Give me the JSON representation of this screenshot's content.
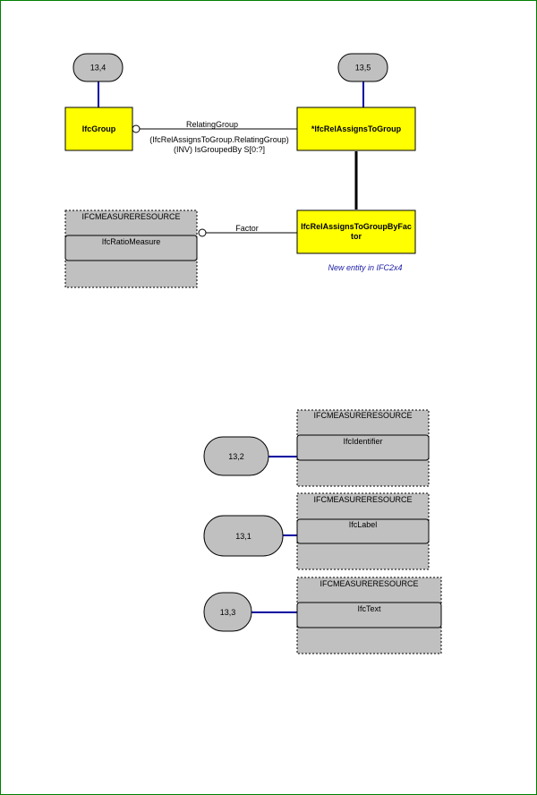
{
  "colors": {
    "border": "#008000",
    "entity_fill": "#ffff00",
    "resource_fill": "#c0c0c0",
    "ref_line": "#0000a0",
    "note": "#1a1aa6"
  },
  "refs": {
    "r13_4": "13,4",
    "r13_5": "13,5",
    "r13_2": "13,2",
    "r13_1": "13,1",
    "r13_3": "13,3"
  },
  "entities": {
    "ifcgroup": "IfcGroup",
    "relassigns": "*IfcRelAssignsToGroup",
    "relassigns_factor_l1": "IfcRelAssignsToGroupByFac",
    "relassigns_factor_l2": "tor"
  },
  "relations": {
    "relating_group": "RelatingGroup",
    "inverse_l1": "(IfcRelAssignsToGroup.RelatingGroup)",
    "inverse_l2": "(INV) IsGroupedBy S[0:?]",
    "factor": "Factor"
  },
  "note": "New entity in IFC2x4",
  "resources": {
    "ratio": {
      "schema": "IFCMEASURERESOURCE",
      "type": "IfcRatioMeasure"
    },
    "identifier": {
      "schema": "IFCMEASURERESOURCE",
      "type": "IfcIdentifier"
    },
    "label": {
      "schema": "IFCMEASURERESOURCE",
      "type": "IfcLabel"
    },
    "text": {
      "schema": "IFCMEASURERESOURCE",
      "type": "IfcText"
    }
  }
}
